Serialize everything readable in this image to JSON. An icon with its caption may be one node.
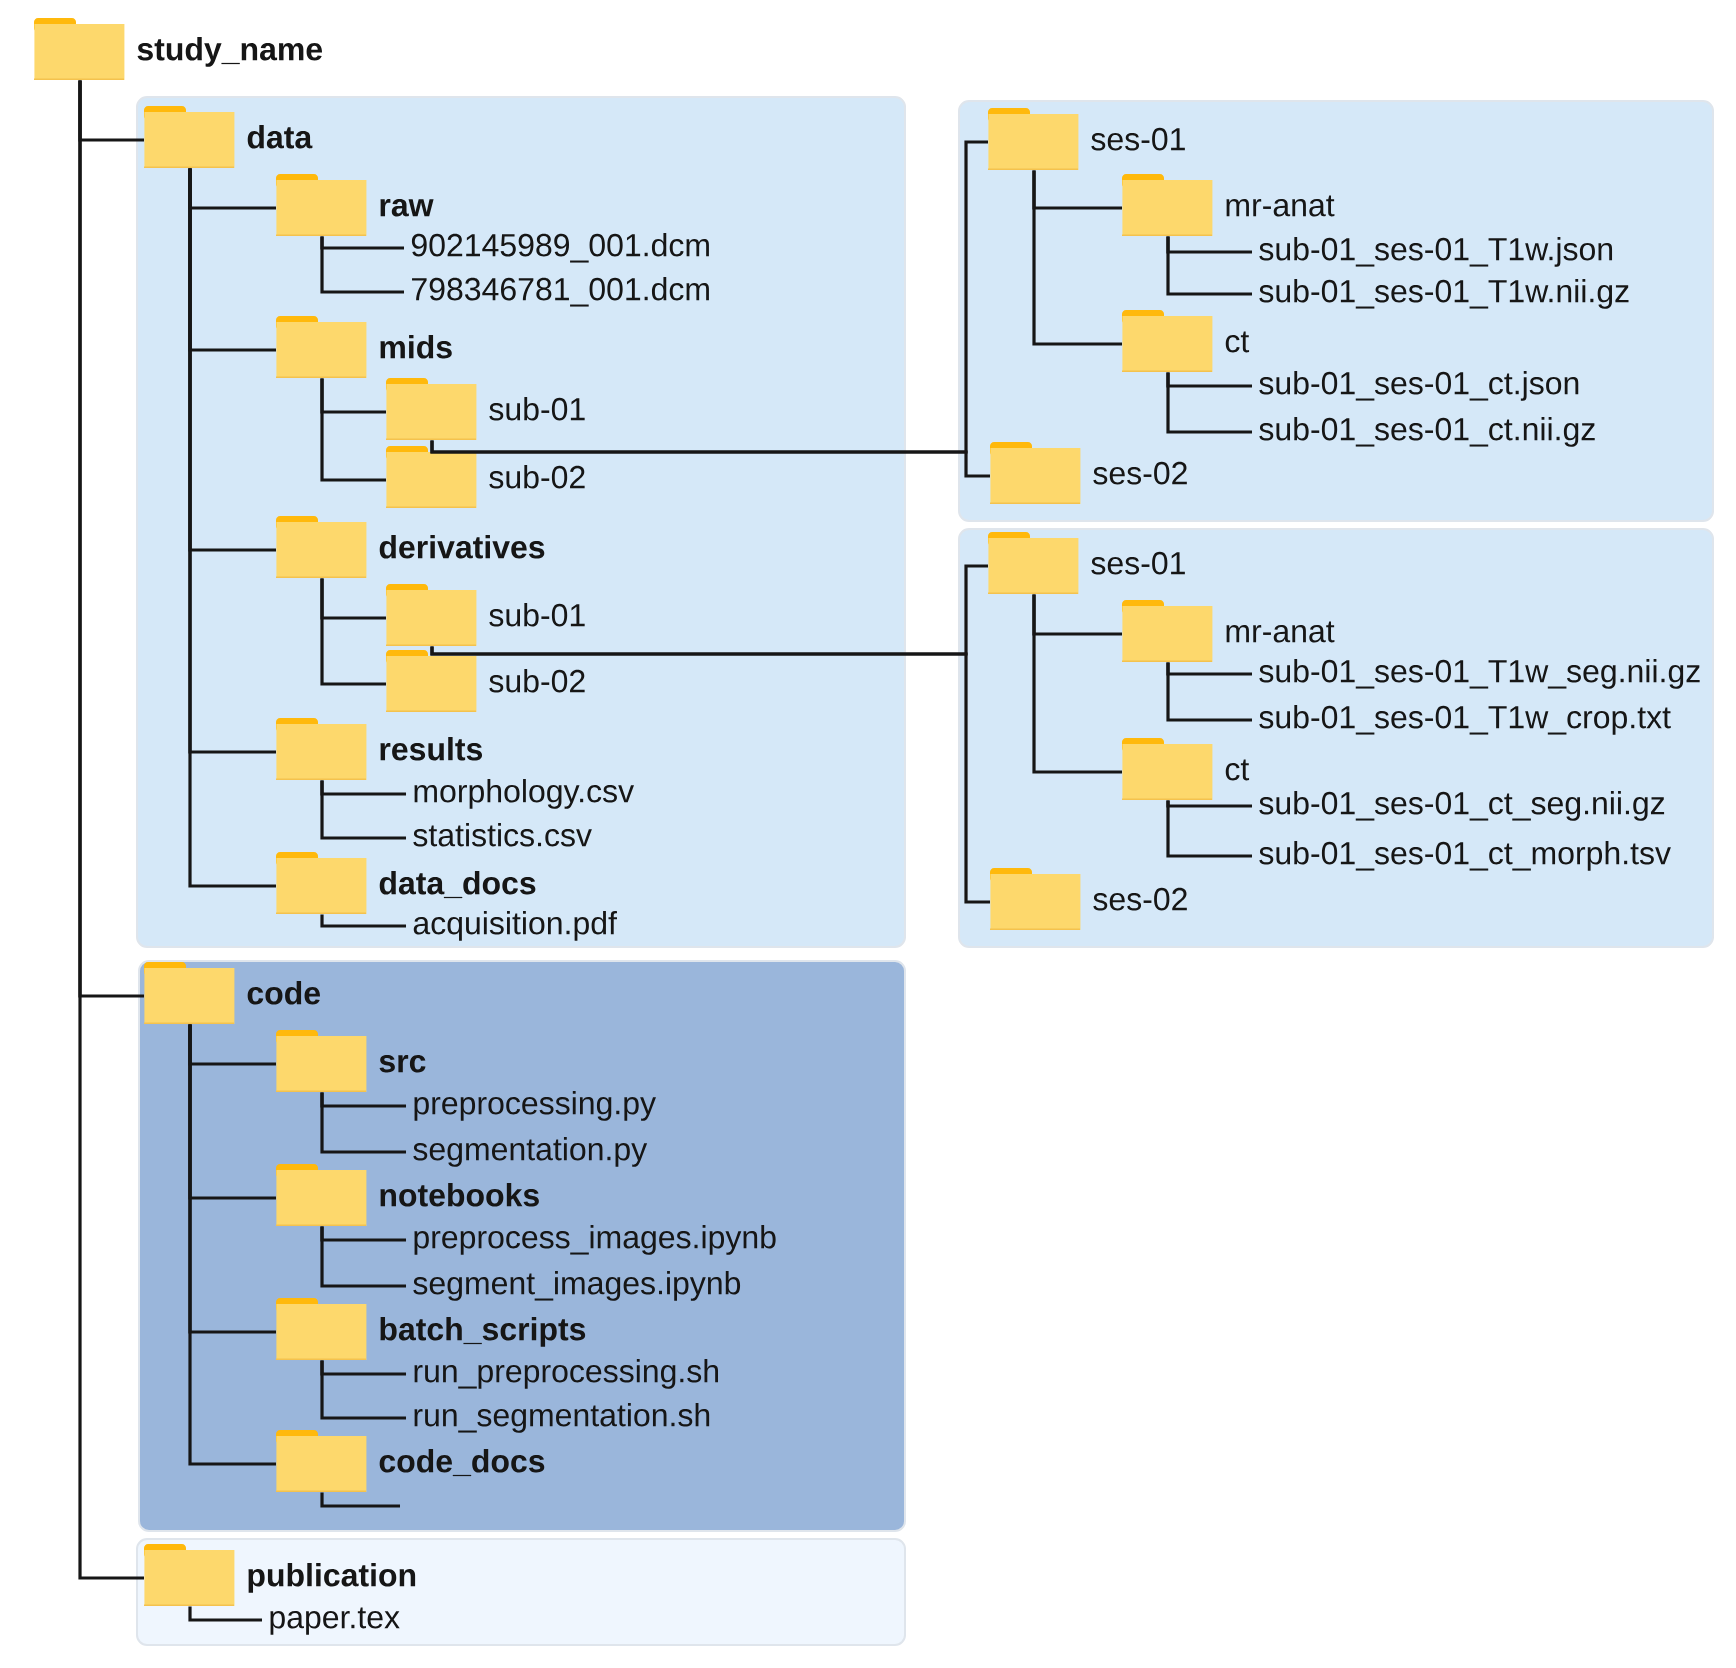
{
  "diagram": {
    "nodes": [
      {
        "text": [
          "study_name"
        ]
      },
      {
        "text": [],
        "shape": "box"
      },
      {
        "text": [
          "data"
        ],
        "in": 1
      },
      {
        "text": [
          "raw"
        ],
        "in": 1
      },
      {
        "text": [
          "902145989_001.dcm"
        ],
        "in": 1
      },
      {
        "text": [
          "798346781_001.dcm"
        ],
        "in": 1
      },
      {
        "text": [
          "mids"
        ],
        "in": 1
      },
      {
        "text": [
          "sub-01"
        ],
        "in": 1
      },
      {
        "text": [
          "sub-02"
        ],
        "in": 1
      },
      {
        "text": [
          "derivatives"
        ],
        "in": 1
      },
      {
        "text": [
          "sub-01"
        ],
        "in": 1
      },
      {
        "text": [
          "sub-02"
        ],
        "in": 1
      },
      {
        "text": [
          "results"
        ],
        "in": 1
      },
      {
        "text": [
          "morphology.csv"
        ],
        "in": 1
      },
      {
        "text": [
          "statistics.csv"
        ],
        "in": 1
      },
      {
        "text": [
          "data_docs"
        ],
        "in": 1
      },
      {
        "text": [
          "acquisition.pdf"
        ],
        "in": 1
      },
      {
        "text": [],
        "shape": "box"
      },
      {
        "text": [
          "code"
        ],
        "in": 17
      },
      {
        "text": [
          "src"
        ],
        "in": 17
      },
      {
        "text": [
          "preprocessing.py"
        ],
        "in": 17
      },
      {
        "text": [
          "segmentation.py"
        ],
        "in": 17
      },
      {
        "text": [
          "notebooks"
        ],
        "in": 17
      },
      {
        "text": [
          "preprocess_images.ipynb"
        ],
        "in": 17
      },
      {
        "text": [
          "segment_images.ipynb"
        ],
        "in": 17
      },
      {
        "text": [
          "batch_scripts"
        ],
        "in": 17
      },
      {
        "text": [
          "run_preprocessing.sh"
        ],
        "in": 17
      },
      {
        "text": [
          "run_segmentation.sh"
        ],
        "in": 17
      },
      {
        "text": [
          "code_docs"
        ],
        "in": 17
      },
      {
        "text": [],
        "shape": "box"
      },
      {
        "text": [
          "publication"
        ],
        "in": 29
      },
      {
        "text": [
          "paper.tex"
        ],
        "in": 29
      },
      {
        "text": [],
        "shape": "box"
      },
      {
        "text": [
          "ses-01"
        ],
        "in": 32
      },
      {
        "text": [
          "mr-anat"
        ],
        "in": 32
      },
      {
        "text": [
          "sub-01_ses-01_T1w.json"
        ],
        "in": 32
      },
      {
        "text": [
          "sub-01_ses-01_T1w.nii.gz"
        ],
        "in": 32
      },
      {
        "text": [
          "ct"
        ],
        "in": 32
      },
      {
        "text": [
          "sub-01_ses-01_ct.json"
        ],
        "in": 32
      },
      {
        "text": [
          "sub-01_ses-01_ct.nii.gz"
        ],
        "in": 32
      },
      {
        "text": [
          "ses-02"
        ],
        "in": 32
      },
      {
        "text": [],
        "shape": "box"
      },
      {
        "text": [
          "ses-01"
        ],
        "in": 41
      },
      {
        "text": [
          "mr-anat"
        ],
        "in": 41
      },
      {
        "text": [
          "sub-01_ses-01_T1w_seg.nii.gz"
        ],
        "in": 41
      },
      {
        "text": [
          "sub-01_ses-01_T1w_crop.txt"
        ],
        "in": 41
      },
      {
        "text": [
          "ct"
        ],
        "in": 41
      },
      {
        "text": [
          "sub-01_ses-01_ct_seg.nii.gz"
        ],
        "in": 41
      },
      {
        "text": [
          "sub-01_ses-01_ct_morph.tsv"
        ],
        "in": 41
      },
      {
        "text": [
          "ses-02"
        ],
        "in": 41
      }
    ],
    "edges": [
      {
        "from": 0,
        "to": 2,
        "arrow": "none"
      },
      {
        "from": 0,
        "to": 18,
        "arrow": "none"
      },
      {
        "from": 0,
        "to": 30,
        "arrow": "none"
      },
      {
        "from": 2,
        "to": 3,
        "arrow": "none"
      },
      {
        "from": 2,
        "to": 6,
        "arrow": "none"
      },
      {
        "from": 2,
        "to": 9,
        "arrow": "none"
      },
      {
        "from": 2,
        "to": 12,
        "arrow": "none"
      },
      {
        "from": 2,
        "to": 15,
        "arrow": "none"
      },
      {
        "from": 3,
        "to": 4,
        "arrow": "none"
      },
      {
        "from": 3,
        "to": 5,
        "arrow": "none"
      },
      {
        "from": 6,
        "to": 7,
        "arrow": "none"
      },
      {
        "from": 6,
        "to": 8,
        "arrow": "none"
      },
      {
        "from": 9,
        "to": 10,
        "arrow": "none"
      },
      {
        "from": 9,
        "to": 11,
        "arrow": "none"
      },
      {
        "from": 12,
        "to": 13,
        "arrow": "none"
      },
      {
        "from": 12,
        "to": 14,
        "arrow": "none"
      },
      {
        "from": 15,
        "to": 16,
        "arrow": "none"
      },
      {
        "from": 18,
        "to": 19,
        "arrow": "none"
      },
      {
        "from": 18,
        "to": 22,
        "arrow": "none"
      },
      {
        "from": 18,
        "to": 25,
        "arrow": "none"
      },
      {
        "from": 18,
        "to": 28,
        "arrow": "none"
      },
      {
        "from": 19,
        "to": 20,
        "arrow": "none"
      },
      {
        "from": 19,
        "to": 21,
        "arrow": "none"
      },
      {
        "from": 22,
        "to": 23,
        "arrow": "none"
      },
      {
        "from": 22,
        "to": 24,
        "arrow": "none"
      },
      {
        "from": 25,
        "to": 26,
        "arrow": "none"
      },
      {
        "from": 25,
        "to": 27,
        "arrow": "none"
      },
      {
        "from": 28,
        "to": null,
        "arrow": "none"
      },
      {
        "from": 30,
        "to": 31,
        "arrow": "none"
      },
      {
        "from": 7,
        "to": 33,
        "arrow": "none"
      },
      {
        "from": 7,
        "to": 40,
        "arrow": "none"
      },
      {
        "from": 33,
        "to": 34,
        "arrow": "none"
      },
      {
        "from": 33,
        "to": 37,
        "arrow": "none"
      },
      {
        "from": 34,
        "to": 35,
        "arrow": "none"
      },
      {
        "from": 34,
        "to": 36,
        "arrow": "none"
      },
      {
        "from": 37,
        "to": 38,
        "arrow": "none"
      },
      {
        "from": 37,
        "to": 39,
        "arrow": "none"
      },
      {
        "from": 10,
        "to": 42,
        "arrow": "none"
      },
      {
        "from": 10,
        "to": 49,
        "arrow": "none"
      },
      {
        "from": 42,
        "to": 43,
        "arrow": "none"
      },
      {
        "from": 42,
        "to": 46,
        "arrow": "none"
      },
      {
        "from": 43,
        "to": 44,
        "arrow": "none"
      },
      {
        "from": 43,
        "to": 45,
        "arrow": "none"
      },
      {
        "from": 46,
        "to": 47,
        "arrow": "none"
      },
      {
        "from": 46,
        "to": 48,
        "arrow": "none"
      }
    ]
  }
}
